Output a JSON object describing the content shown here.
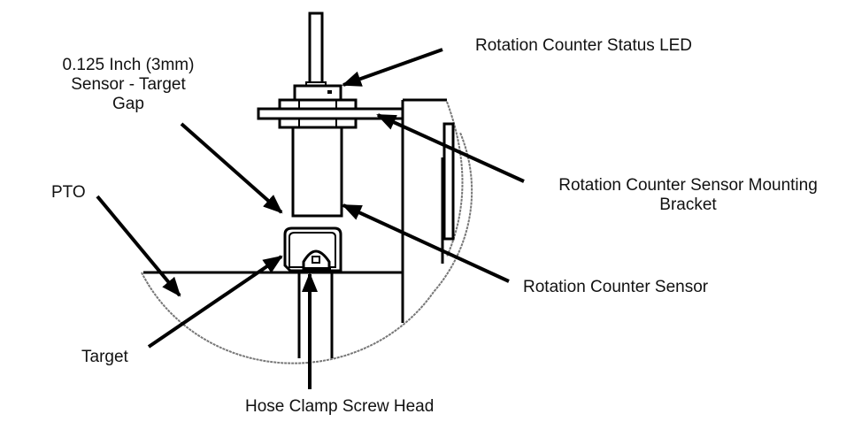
{
  "diagram": {
    "title": "Rotation counter sensor installation on PTO",
    "line_color": "#000000",
    "background": "#ffffff",
    "labels": {
      "gap": [
        "0.125 Inch (3mm)",
        "Sensor - Target",
        "Gap"
      ],
      "status_led": "Rotation Counter Status LED",
      "pto": "PTO",
      "mounting_bracket": [
        "Rotation Counter Sensor Mounting",
        "Bracket"
      ],
      "sensor": "Rotation Counter Sensor",
      "target": "Target",
      "screw_head": "Hose Clamp Screw Head"
    },
    "icons": {
      "arrow": "arrow-icon"
    }
  }
}
